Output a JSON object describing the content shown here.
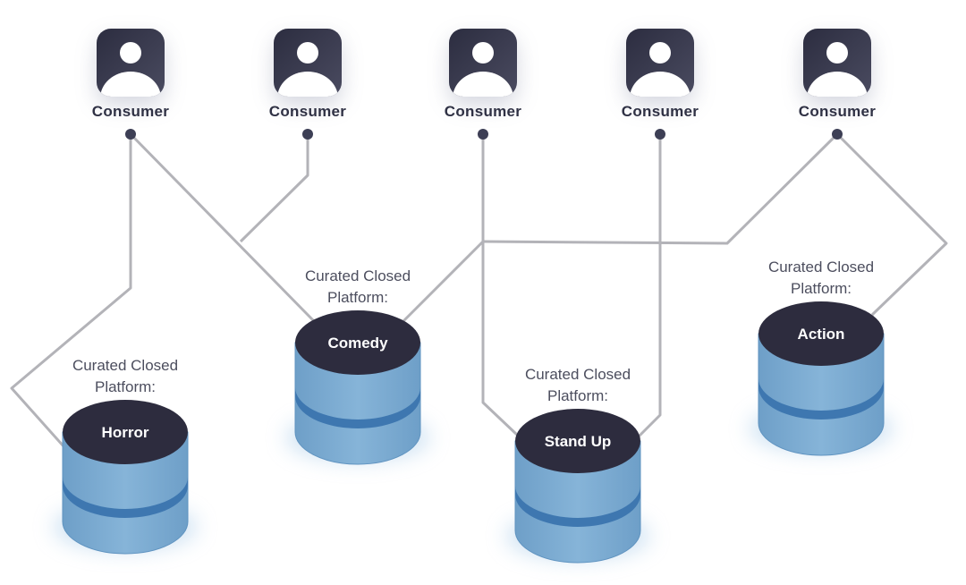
{
  "consumers": [
    {
      "label": "Consumer"
    },
    {
      "label": "Consumer"
    },
    {
      "label": "Consumer"
    },
    {
      "label": "Consumer"
    },
    {
      "label": "Consumer"
    }
  ],
  "platforms": [
    {
      "caption_line1": "Curated Closed",
      "caption_line2": "Platform:",
      "name": "Horror"
    },
    {
      "caption_line1": "Curated Closed",
      "caption_line2": "Platform:",
      "name": "Comedy"
    },
    {
      "caption_line1": "Curated Closed",
      "caption_line2": "Platform:",
      "name": "Stand Up"
    },
    {
      "caption_line1": "Curated Closed",
      "caption_line2": "Platform:",
      "name": "Action"
    }
  ],
  "colors": {
    "icon_bg": "#3b3c51",
    "connector": "#b3b3b8",
    "dot": "#3d3f55",
    "db_top": "#2d2c3e",
    "db_body": "#7faed4",
    "db_band": "#3e77b0"
  }
}
